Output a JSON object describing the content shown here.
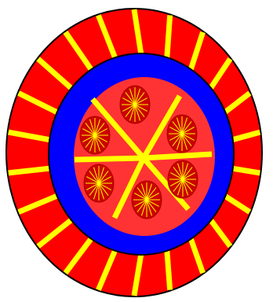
{
  "scene": {
    "subject": "pizza-token",
    "colors": {
      "background": "#ffffff",
      "outer_ring": "#ff0000",
      "outer_ring_edge": "#000000",
      "ring_spokes": "#ffff00",
      "inner_band": "#0000ff",
      "pizza_face": "#ff3333",
      "slice_cuts": "#ffff00",
      "topping_fill": "#cc0000",
      "topping_rays": "#ffff00"
    },
    "ring_spoke_count": 22,
    "slice_cut_count": 6,
    "topping_count": 6,
    "topping_ray_count": 16
  }
}
